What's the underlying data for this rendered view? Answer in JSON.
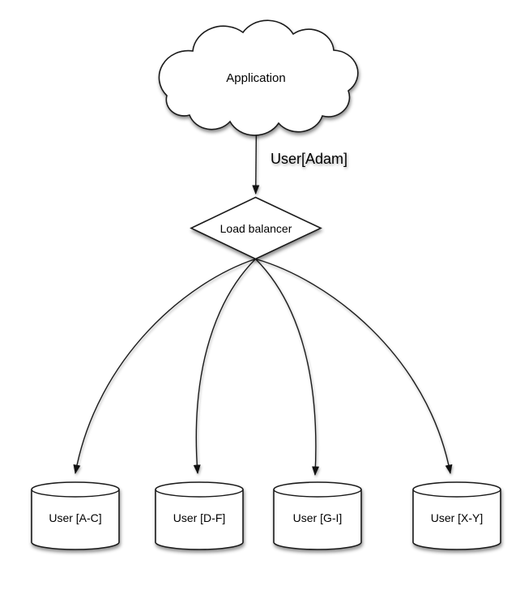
{
  "diagram": {
    "background_color": "#ffffff",
    "stroke_color": "#1a1a1a",
    "shape_fill_color": "#ffffff",
    "text_color": "#000000",
    "application_node": {
      "shape": "cloud",
      "label": "Application"
    },
    "request_edge": {
      "label": "User[Adam]"
    },
    "load_balancer_node": {
      "shape": "diamond",
      "label": "Load balancer"
    },
    "database_nodes": [
      {
        "shape": "cylinder",
        "label": "User [A-C]"
      },
      {
        "shape": "cylinder",
        "label": "User [D-F]"
      },
      {
        "shape": "cylinder",
        "label": "User [G-I]"
      },
      {
        "shape": "cylinder",
        "label": "User [X-Y]"
      }
    ]
  }
}
